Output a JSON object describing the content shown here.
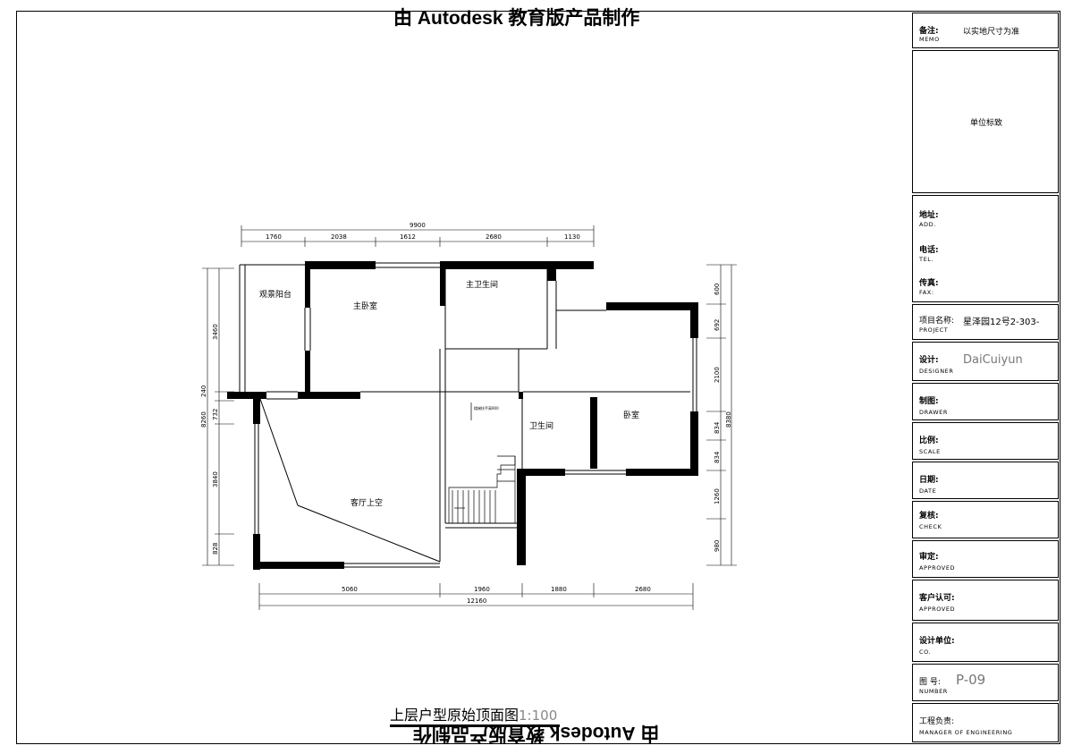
{
  "watermark": "由 Autodesk 教育版产品制作",
  "plan": {
    "title": "上层户型原始顶面图",
    "scale": "1:100",
    "rooms": {
      "balcony": "观景阳台",
      "master_bedroom": "主卧室",
      "master_bath": "主卫生间",
      "bedroom": "卧室",
      "bathroom": "卫生间",
      "living_void": "客厅上空",
      "stair_note": "楼梯扶手高900"
    },
    "dims": {
      "top_total": "9900",
      "top": [
        "1760",
        "2038",
        "1612",
        "2680",
        "1130"
      ],
      "bottom_total": "12160",
      "bottom": [
        "5060",
        "1960",
        "1880",
        "2680"
      ],
      "left_total": "8260",
      "left": [
        "3460",
        "240",
        "732",
        "3840",
        "828"
      ],
      "right_total": "8380",
      "right": [
        "600",
        "692",
        "2100",
        "834",
        "834",
        "1260",
        "980"
      ]
    }
  },
  "title_block": {
    "memo": {
      "zh": "备注:",
      "en": "MEMO",
      "value": "以实地尺寸为准"
    },
    "logo": "单位标致",
    "address": {
      "zh": "地址:",
      "en": "ADD."
    },
    "tel": {
      "zh": "电话:",
      "en": "TEL."
    },
    "fax": {
      "zh": "传真:",
      "en": "FAX:"
    },
    "project": {
      "zh": "项目名称:",
      "en": "PROJECT",
      "value": "星泽园12号2-303-"
    },
    "designer": {
      "zh": "设计:",
      "en": "DESIGNER",
      "value": "DaiCuiyun"
    },
    "drawer": {
      "zh": "制图:",
      "en": "DRAWER"
    },
    "scale": {
      "zh": "比例:",
      "en": "SCALE"
    },
    "date": {
      "zh": "日期:",
      "en": "DATE"
    },
    "check": {
      "zh": "复核:",
      "en": "CHECK"
    },
    "approved": {
      "zh": "审定:",
      "en": "APPROVED"
    },
    "client": {
      "zh": "客户认可:",
      "en": "APPROVED"
    },
    "company": {
      "zh": "设计单位:",
      "en": "CO."
    },
    "number": {
      "zh": "图 号:",
      "en": "NUMBER",
      "value": "P-09"
    },
    "manager": {
      "zh": "工程负责:",
      "en": "MANAGER OF ENGINEERING"
    }
  }
}
